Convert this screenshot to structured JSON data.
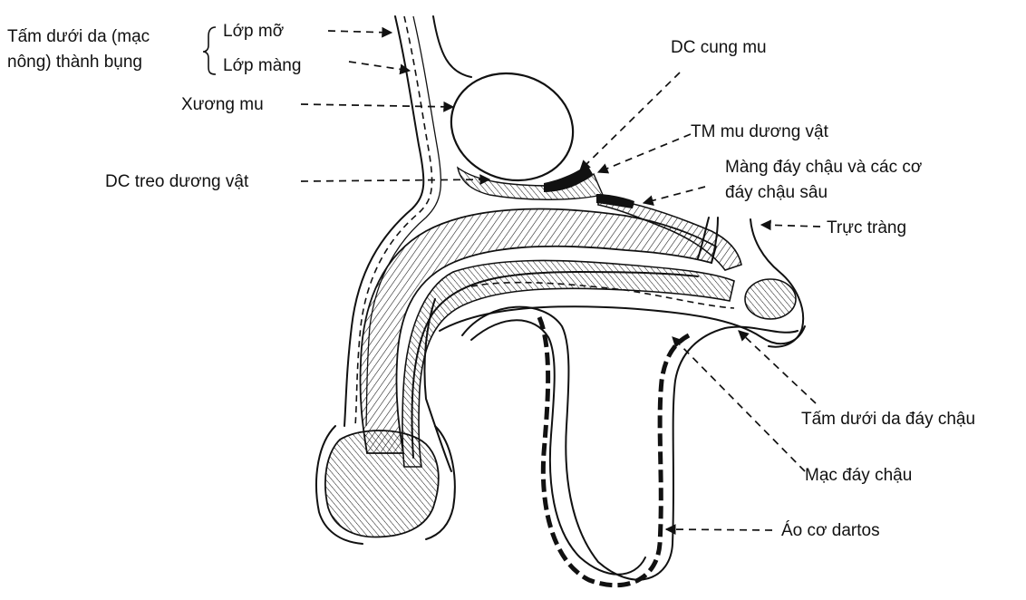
{
  "labels": {
    "tam_duoi_da_line1": "Tấm dưới da (mạc",
    "tam_duoi_da_line2": "nông) thành bụng",
    "lop_mo": "Lớp mỡ",
    "lop_mang": "Lớp màng",
    "xuong_mu": "Xương mu",
    "dc_treo": "DC treo dương vật",
    "dc_cung_mu": "DC cung mu",
    "tm_mu": "TM mu dương vật",
    "mang_day_chau_line1": "Màng đáy chậu và các cơ",
    "mang_day_chau_line2": "đáy chậu sâu",
    "truc_trang": "Trực tràng",
    "tam_duoi_da_day_chau": "Tấm dưới da đáy chậu",
    "mac_day_chau": "Mạc đáy chậu",
    "ao_co_dartos": "Áo cơ dartos"
  },
  "colors": {
    "ink": "#111111",
    "background": "#ffffff"
  }
}
